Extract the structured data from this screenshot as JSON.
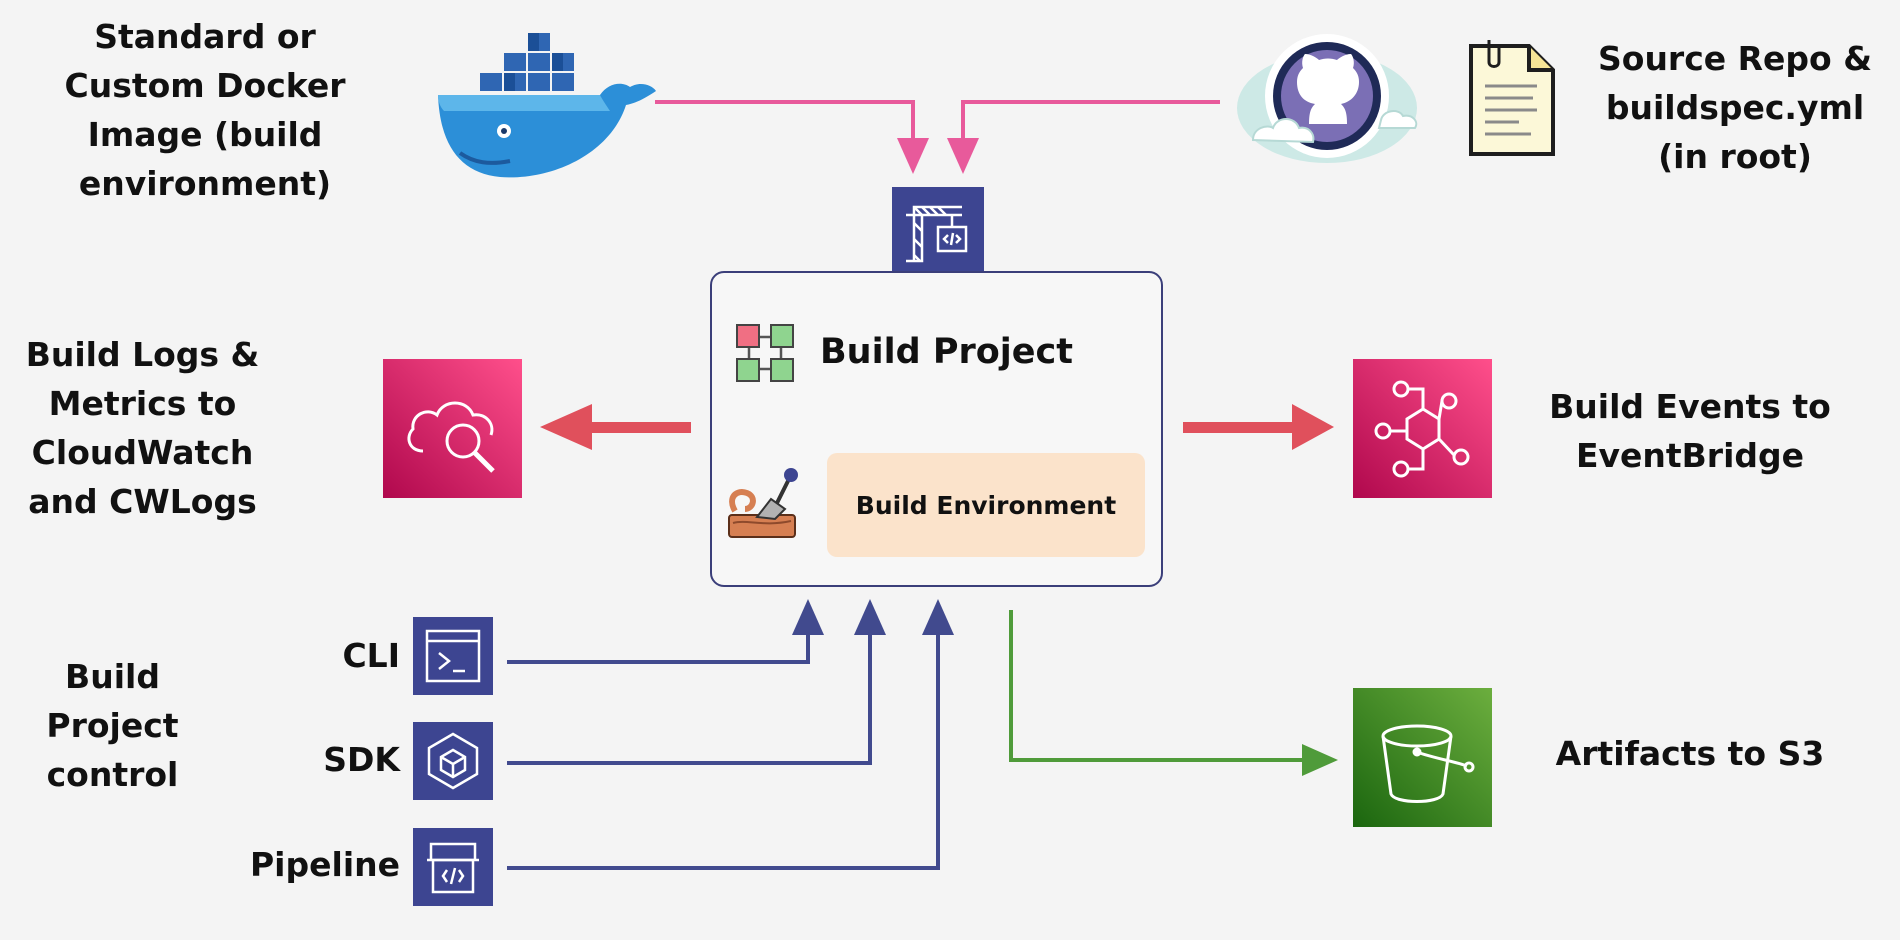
{
  "labels": {
    "docker": [
      "Standard or",
      "Custom Docker",
      "Image (build",
      "environment)"
    ],
    "source": [
      "Source Repo &",
      "buildspec.yml",
      "(in root)"
    ],
    "logs": [
      "Build Logs &",
      "Metrics to",
      "CloudWatch",
      "and CWLogs"
    ],
    "events": [
      "Build Events to",
      "EventBridge"
    ],
    "control": [
      "Build",
      "Project",
      "control"
    ],
    "cli": "CLI",
    "sdk": "SDK",
    "pipeline": "Pipeline",
    "artifacts": "Artifacts to S3",
    "build_project": "Build Project",
    "build_environment": "Build Environment"
  },
  "colors": {
    "pink_arrow": "#e85a9b",
    "red_arrow": "#e0505c",
    "navy_arrow": "#414a8e",
    "green_arrow": "#4f9b3a",
    "navy_tile": "#3d4591",
    "cloudwatch_tile": "#d62f69",
    "eventbridge_tile": "#e0306f",
    "s3_tile": "#3e8f33",
    "env_fill": "#fbe3cb"
  },
  "icons": {
    "docker": "docker-whale-icon",
    "github": "github-octocat-icon",
    "buildspec": "document-icon",
    "codebuild": "codebuild-crane-icon",
    "cloudwatch": "cloudwatch-icon",
    "eventbridge": "eventbridge-icon",
    "s3": "s3-bucket-icon",
    "cli": "terminal-icon",
    "sdk": "cube-icon",
    "pipeline": "pipeline-icon",
    "project": "project-nodes-icon",
    "environment": "wood-plane-icon"
  }
}
